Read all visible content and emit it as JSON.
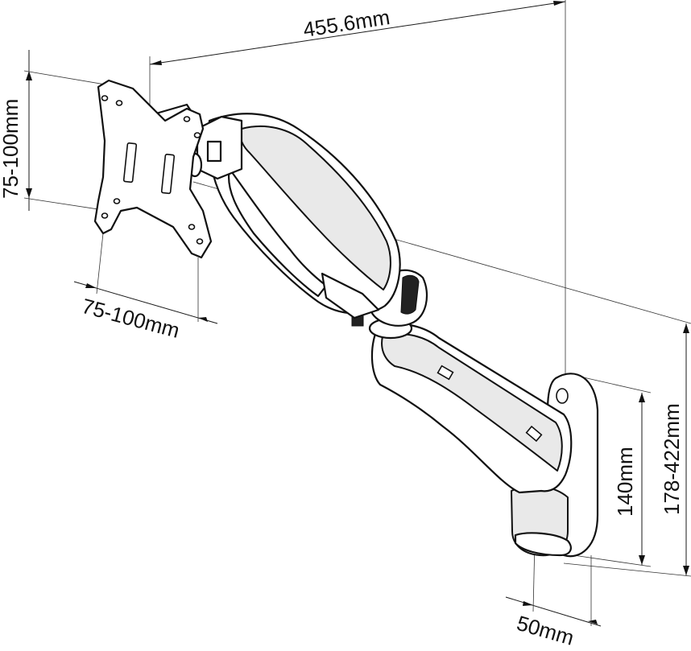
{
  "diagram": {
    "dimensions": {
      "arm_reach": "455.6mm",
      "vesa_height": "75-100mm",
      "vesa_width": "75-100mm",
      "plate_height": "140mm",
      "height_range": "178-422mm",
      "plate_depth": "50mm"
    },
    "colors": {
      "line": "#111111",
      "shade": "#e9e9e9",
      "background": "#ffffff"
    }
  }
}
